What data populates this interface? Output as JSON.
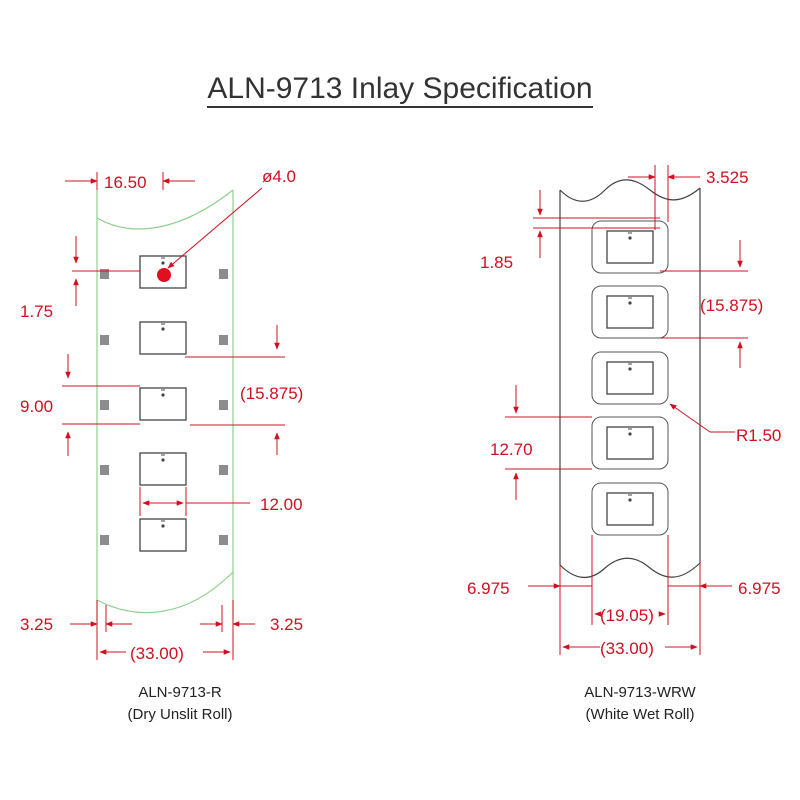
{
  "title": "ALN-9713 Inlay Specification",
  "colors": {
    "dimension": "#d01020",
    "web_edge": "#8fd08f",
    "outline": "#444444",
    "pad": "#8c8c8c"
  },
  "left": {
    "caption_line1": "ALN-9713-R",
    "caption_line2": "(Dry Unslit Roll)",
    "dims": {
      "top_width": "16.50",
      "hole_dia": "ø4.0",
      "edge_offset": "1.75",
      "pitch": "(15.875)",
      "spacing": "9.00",
      "inlay_width": "12.00",
      "margin_left": "3.25",
      "margin_right": "3.25",
      "web_width": "(33.00)"
    }
  },
  "right": {
    "caption_line1": "ALN-9713-WRW",
    "caption_line2": "(White Wet Roll)",
    "dims": {
      "top_offset": "3.525",
      "edge_offset": "1.85",
      "pitch": "(15.875)",
      "corner_radius": "R1.50",
      "label_height": "12.70",
      "margin_left": "6.975",
      "margin_right": "6.975",
      "label_width": "(19.05)",
      "web_width": "(33.00)"
    }
  }
}
